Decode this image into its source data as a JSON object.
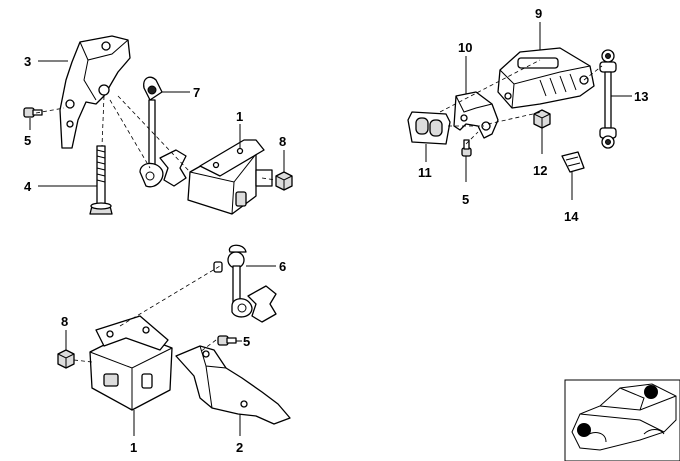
{
  "callouts": {
    "c1a": "1",
    "c1b": "1",
    "c2": "2",
    "c3": "3",
    "c4": "4",
    "c5a": "5",
    "c5b": "5",
    "c5c": "5",
    "c6": "6",
    "c7": "7",
    "c8a": "8",
    "c8b": "8",
    "c9": "9",
    "c10": "10",
    "c11": "11",
    "c12": "12",
    "c13": "13",
    "c14": "14"
  }
}
